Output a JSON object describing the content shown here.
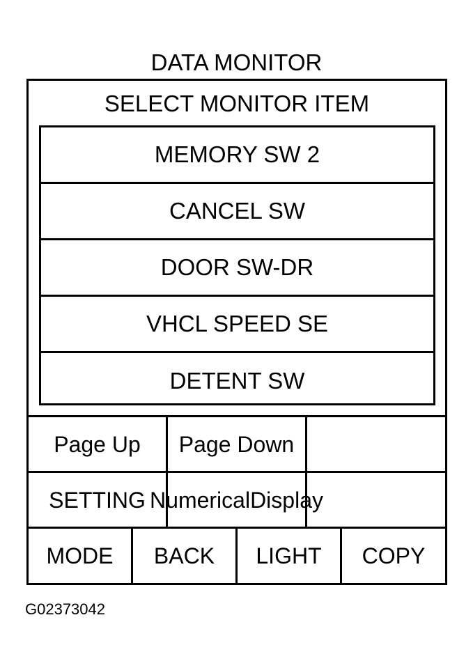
{
  "title": "DATA MONITOR",
  "header": "SELECT MONITOR ITEM",
  "monitor_items": [
    "MEMORY SW 2",
    "CANCEL SW",
    "DOOR SW-DR",
    "VHCL SPEED SE",
    "DETENT SW"
  ],
  "buttons": {
    "page_up": "Page Up",
    "page_down": "Page Down",
    "setting": "SETTING",
    "numerical_line1": "Numerical",
    "numerical_line2": "Display",
    "mode": "MODE",
    "back": "BACK",
    "light": "LIGHT",
    "copy": "COPY"
  },
  "figure_code": "G02373042"
}
